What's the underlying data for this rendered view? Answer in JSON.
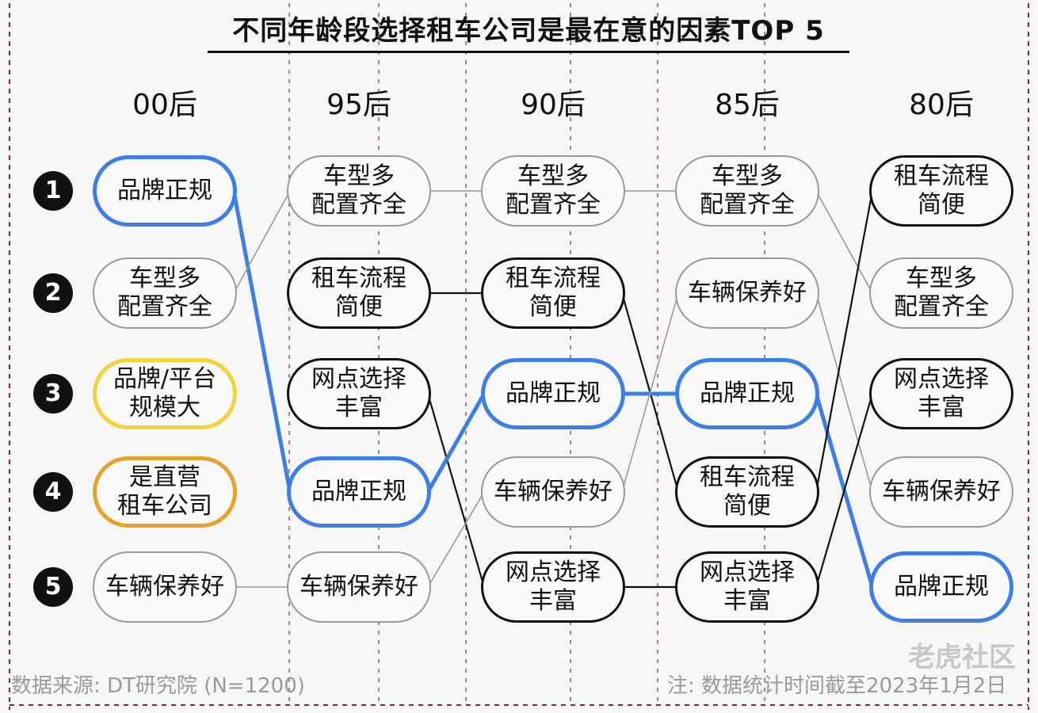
{
  "title": "不同年龄段选择租车公司是最在意的因素TOP 5",
  "columns": [
    {
      "label": "00后",
      "items": [
        {
          "text": "品牌正规",
          "style": "blue"
        },
        {
          "text": "车型多\n配置齐全",
          "style": "gray"
        },
        {
          "text": "品牌/平台\n规模大",
          "style": "yellow"
        },
        {
          "text": "是直营\n租车公司",
          "style": "orange"
        },
        {
          "text": "车辆保养好",
          "style": "gray"
        }
      ]
    },
    {
      "label": "95后",
      "items": [
        {
          "text": "车型多\n配置齐全",
          "style": "gray"
        },
        {
          "text": "租车流程\n简便",
          "style": "black"
        },
        {
          "text": "网点选择\n丰富",
          "style": "black"
        },
        {
          "text": "品牌正规",
          "style": "blue"
        },
        {
          "text": "车辆保养好",
          "style": "gray"
        }
      ]
    },
    {
      "label": "90后",
      "items": [
        {
          "text": "车型多\n配置齐全",
          "style": "gray"
        },
        {
          "text": "租车流程\n简便",
          "style": "black"
        },
        {
          "text": "品牌正规",
          "style": "blue"
        },
        {
          "text": "车辆保养好",
          "style": "gray"
        },
        {
          "text": "网点选择\n丰富",
          "style": "black"
        }
      ]
    },
    {
      "label": "85后",
      "items": [
        {
          "text": "车型多\n配置齐全",
          "style": "gray"
        },
        {
          "text": "车辆保养好",
          "style": "gray"
        },
        {
          "text": "品牌正规",
          "style": "blue"
        },
        {
          "text": "租车流程\n简便",
          "style": "black"
        },
        {
          "text": "网点选择\n丰富",
          "style": "black"
        }
      ]
    },
    {
      "label": "80后",
      "items": [
        {
          "text": "租车流程\n简便",
          "style": "black"
        },
        {
          "text": "车型多\n配置齐全",
          "style": "gray"
        },
        {
          "text": "网点选择\n丰富",
          "style": "black"
        },
        {
          "text": "车辆保养好",
          "style": "gray"
        },
        {
          "text": "品牌正规",
          "style": "blue"
        }
      ]
    }
  ],
  "ranks": [
    "1",
    "2",
    "3",
    "4",
    "5"
  ],
  "links": [
    {
      "from": [
        0,
        0
      ],
      "to": [
        1,
        3
      ],
      "style": "blue"
    },
    {
      "from": [
        0,
        1
      ],
      "to": [
        1,
        0
      ],
      "style": "gray"
    },
    {
      "from": [
        0,
        4
      ],
      "to": [
        1,
        4
      ],
      "style": "gray"
    },
    {
      "from": [
        1,
        0
      ],
      "to": [
        2,
        0
      ],
      "style": "gray"
    },
    {
      "from": [
        1,
        1
      ],
      "to": [
        2,
        1
      ],
      "style": "black"
    },
    {
      "from": [
        1,
        2
      ],
      "to": [
        2,
        4
      ],
      "style": "black"
    },
    {
      "from": [
        1,
        3
      ],
      "to": [
        2,
        2
      ],
      "style": "blue"
    },
    {
      "from": [
        1,
        4
      ],
      "to": [
        2,
        3
      ],
      "style": "gray"
    },
    {
      "from": [
        2,
        0
      ],
      "to": [
        3,
        0
      ],
      "style": "gray"
    },
    {
      "from": [
        2,
        1
      ],
      "to": [
        3,
        3
      ],
      "style": "black"
    },
    {
      "from": [
        2,
        2
      ],
      "to": [
        3,
        2
      ],
      "style": "blue"
    },
    {
      "from": [
        2,
        3
      ],
      "to": [
        3,
        1
      ],
      "style": "gray"
    },
    {
      "from": [
        2,
        4
      ],
      "to": [
        3,
        4
      ],
      "style": "black"
    },
    {
      "from": [
        3,
        0
      ],
      "to": [
        4,
        1
      ],
      "style": "gray"
    },
    {
      "from": [
        3,
        1
      ],
      "to": [
        4,
        3
      ],
      "style": "gray"
    },
    {
      "from": [
        3,
        2
      ],
      "to": [
        4,
        4
      ],
      "style": "blue"
    },
    {
      "from": [
        3,
        3
      ],
      "to": [
        4,
        0
      ],
      "style": "black"
    },
    {
      "from": [
        3,
        4
      ],
      "to": [
        4,
        2
      ],
      "style": "black"
    }
  ],
  "colors": {
    "blue": "#3d7fe6",
    "gray": "#9a9a9a",
    "black": "#111111",
    "yellow": "#f2d33a",
    "orange": "#e8a12a",
    "divider": "#7a2a4a"
  },
  "footer": {
    "source": "数据来源: DT研究院 (N=1200)",
    "note": "注: 数据统计时间截至2023年1月2日"
  },
  "watermark": "老虎社区"
}
